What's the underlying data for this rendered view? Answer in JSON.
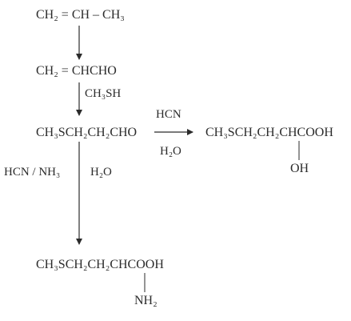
{
  "scheme": {
    "step1": {
      "formula": "CH₂ = CH – CH₃"
    },
    "step2": {
      "formula": "CH₂ = CHCHO",
      "reagent": "CH₃SH"
    },
    "step3": {
      "formula": "CH₃SCH₂CH₂CHO"
    },
    "branch_right": {
      "reagent_top": "HCN",
      "reagent_bottom": "H₂O",
      "product": "CH₃SCH₂CH₂CHCOOH",
      "substituent": "OH"
    },
    "branch_down": {
      "reagent_left": "HCN / NH₃",
      "reagent_right": "H₂O",
      "product": "CH₃SCH₂CH₂CHCOOH",
      "substituent": "NH₂"
    }
  },
  "colors": {
    "ink": "#2b2b2b",
    "background": "#ffffff"
  }
}
